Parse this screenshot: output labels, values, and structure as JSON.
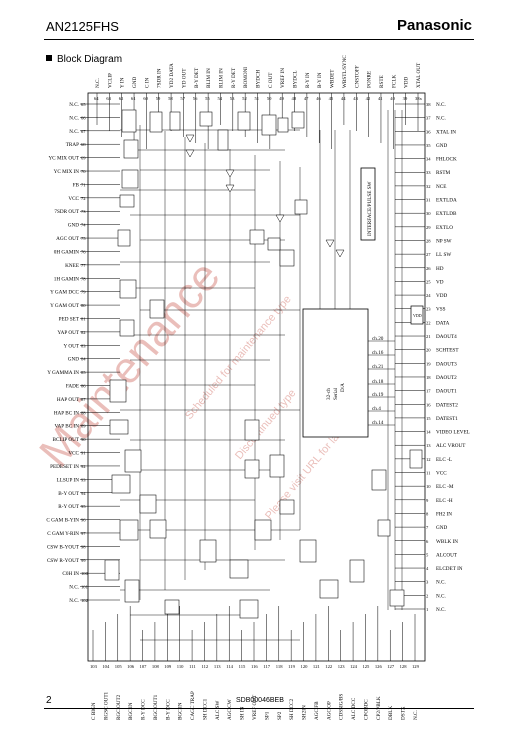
{
  "header": {
    "part_number": "AN2125FHS",
    "brand": "Panasonic"
  },
  "section_title": "Block Diagram",
  "footer": {
    "page_number": "2",
    "doc_code": "SDB00046BEB"
  },
  "left_pins": [
    {
      "n": "65",
      "label": "N.C."
    },
    {
      "n": "66",
      "label": "N.C."
    },
    {
      "n": "67",
      "label": "N.C."
    },
    {
      "n": "68",
      "label": "TRAP"
    },
    {
      "n": "69",
      "label": "YC MIX OUT"
    },
    {
      "n": "70",
      "label": "YC MIX IN"
    },
    {
      "n": "71",
      "label": "FB"
    },
    {
      "n": "72",
      "label": "VCC"
    },
    {
      "n": "73",
      "label": "7SDR OUT"
    },
    {
      "n": "74",
      "label": "GND"
    },
    {
      "n": "75",
      "label": "AGC OUT"
    },
    {
      "n": "76",
      "label": "0H GAMIN"
    },
    {
      "n": "77",
      "label": "KNEE"
    },
    {
      "n": "78",
      "label": "1H GAMIN"
    },
    {
      "n": "79",
      "label": "Y GAM DCC"
    },
    {
      "n": "80",
      "label": "Y GAM OUT"
    },
    {
      "n": "81",
      "label": "PED SET"
    },
    {
      "n": "82",
      "label": "YAP OUT"
    },
    {
      "n": "83",
      "label": "Y OUT"
    },
    {
      "n": "84",
      "label": "GND"
    },
    {
      "n": "85",
      "label": "Y GAMMA IN"
    },
    {
      "n": "86",
      "label": "FADE"
    },
    {
      "n": "87",
      "label": "HAP OUT"
    },
    {
      "n": "88",
      "label": "HAP BC IN"
    },
    {
      "n": "89",
      "label": "VAP BC IN"
    },
    {
      "n": "90",
      "label": "BCLIP OUT"
    },
    {
      "n": "91",
      "label": "VCC"
    },
    {
      "n": "92",
      "label": "PEDESET IN"
    },
    {
      "n": "93",
      "label": "LLSUP IN"
    },
    {
      "n": "94",
      "label": "B-Y OUT"
    },
    {
      "n": "95",
      "label": "R-Y OUT"
    },
    {
      "n": "96",
      "label": "C GAM B-YIN"
    },
    {
      "n": "97",
      "label": "C GAM Y-RIN"
    },
    {
      "n": "98",
      "label": "CSW B-YOUT"
    },
    {
      "n": "99",
      "label": "CSW R-YOUT"
    },
    {
      "n": "100",
      "label": "C0H IN"
    },
    {
      "n": "101",
      "label": "N.C."
    },
    {
      "n": "102",
      "label": "N.C."
    }
  ],
  "right_pins": [
    {
      "n": "38",
      "label": "N.C."
    },
    {
      "n": "37",
      "label": "N.C."
    },
    {
      "n": "36",
      "label": "XTAL IN"
    },
    {
      "n": "35",
      "label": "GND"
    },
    {
      "n": "34",
      "label": "FHLOCK"
    },
    {
      "n": "33",
      "label": "RSTM"
    },
    {
      "n": "32",
      "label": "NCE"
    },
    {
      "n": "31",
      "label": "EXTLDA"
    },
    {
      "n": "30",
      "label": "EXTLDB"
    },
    {
      "n": "29",
      "label": "EXTLO"
    },
    {
      "n": "28",
      "label": "NP SW"
    },
    {
      "n": "27",
      "label": "LL SW"
    },
    {
      "n": "26",
      "label": "HD"
    },
    {
      "n": "25",
      "label": "VD"
    },
    {
      "n": "24",
      "label": "VDD"
    },
    {
      "n": "23",
      "label": "VSS"
    },
    {
      "n": "22",
      "label": "DATA"
    },
    {
      "n": "21",
      "label": "DAOUT4"
    },
    {
      "n": "20",
      "label": "SCHTEST"
    },
    {
      "n": "19",
      "label": "DAOUT3"
    },
    {
      "n": "18",
      "label": "DAOUT2"
    },
    {
      "n": "17",
      "label": "DAOUT1"
    },
    {
      "n": "16",
      "label": "DATEST2"
    },
    {
      "n": "15",
      "label": "DATEST1"
    },
    {
      "n": "14",
      "label": "VIDEO LEVEL"
    },
    {
      "n": "13",
      "label": "ALC VROUT"
    },
    {
      "n": "12",
      "label": "ELC -L"
    },
    {
      "n": "11",
      "label": "VCC"
    },
    {
      "n": "10",
      "label": "ELC -M"
    },
    {
      "n": "9",
      "label": "ELC -H"
    },
    {
      "n": "8",
      "label": "FH2 IN"
    },
    {
      "n": "7",
      "label": "GND"
    },
    {
      "n": "6",
      "label": "WBLK IN"
    },
    {
      "n": "5",
      "label": "ALCOUT"
    },
    {
      "n": "4",
      "label": "ELCDET IN"
    },
    {
      "n": "3",
      "label": "N.C."
    },
    {
      "n": "2",
      "label": "N.C."
    },
    {
      "n": "1",
      "label": "N.C."
    }
  ],
  "top_pins": [
    {
      "n": "64",
      "label": "N.C."
    },
    {
      "n": "63",
      "label": "VCLIP"
    },
    {
      "n": "62",
      "label": "Y IN"
    },
    {
      "n": "61",
      "label": "GND"
    },
    {
      "n": "60",
      "label": "C IN"
    },
    {
      "n": "59",
      "label": "7SDR IN"
    },
    {
      "n": "58",
      "label": "YD2 DATA"
    },
    {
      "n": "57",
      "label": "YD OUT"
    },
    {
      "n": "56",
      "label": "B-Y DET"
    },
    {
      "n": "55",
      "label": "BLIM IN"
    },
    {
      "n": "54",
      "label": "RLIM IN"
    },
    {
      "n": "53",
      "label": "R-Y DET"
    },
    {
      "n": "52",
      "label": "BOMONI"
    },
    {
      "n": "51",
      "label": "BYDCH"
    },
    {
      "n": "50",
      "label": "C OUT"
    },
    {
      "n": "49",
      "label": "VREF IN"
    },
    {
      "n": "48",
      "label": "BYDCL"
    },
    {
      "n": "47",
      "label": "R-Y IN"
    },
    {
      "n": "46",
      "label": "B-Y IN"
    },
    {
      "n": "45",
      "label": "WBDET"
    },
    {
      "n": "44",
      "label": "WBSTL/SYNC"
    },
    {
      "n": "43",
      "label": "CNSTOFF"
    },
    {
      "n": "42",
      "label": "PONRE"
    },
    {
      "n": "41",
      "label": "RSTE"
    },
    {
      "n": "40",
      "label": "FCLK"
    },
    {
      "n": "39",
      "label": "VDD"
    },
    {
      "n": "38x",
      "label": "XTAL OUT"
    }
  ],
  "bottom_pins": [
    {
      "n": "103",
      "label": "C BIGN"
    },
    {
      "n": "104",
      "label": "RGSC OUT1"
    },
    {
      "n": "105",
      "label": "RGC OUT2"
    },
    {
      "n": "106",
      "label": "BGC IN"
    },
    {
      "n": "107",
      "label": "R-Y DCC"
    },
    {
      "n": "108",
      "label": "BGC OUT1"
    },
    {
      "n": "109",
      "label": "B-Y DCC"
    },
    {
      "n": "110",
      "label": "BGC IN"
    },
    {
      "n": "111",
      "label": "CAGC TRAP"
    },
    {
      "n": "112",
      "label": "SH DCC1"
    },
    {
      "n": "113",
      "label": "ALC SW"
    },
    {
      "n": "114",
      "label": "AGC CW"
    },
    {
      "n": "115",
      "label": "SH IN"
    },
    {
      "n": "116",
      "label": "VREF OUT"
    },
    {
      "n": "117",
      "label": "SP1"
    },
    {
      "n": "118",
      "label": "SP2"
    },
    {
      "n": "119",
      "label": "SH DCC2"
    },
    {
      "n": "120",
      "label": "SH2IN"
    },
    {
      "n": "121",
      "label": "AGC FB"
    },
    {
      "n": "122",
      "label": "AGC OP"
    },
    {
      "n": "123",
      "label": "CDSSIG/BS"
    },
    {
      "n": "124",
      "label": "ALC DCC"
    },
    {
      "n": "125",
      "label": "CPOBDC"
    },
    {
      "n": "126",
      "label": "CP2/PBLK"
    },
    {
      "n": "127",
      "label": "DBLK"
    },
    {
      "n": "128",
      "label": "DSTX"
    },
    {
      "n": "129",
      "label": "N.C."
    }
  ],
  "blocks": {
    "dac_lines": [
      "32-ch",
      "Serial",
      "D/A"
    ],
    "interface": "INTERFACE/PULSE SW",
    "vreg": "VDD",
    "channels": [
      "ch.20",
      "ch.16",
      "ch.21",
      "ch.18",
      "ch.19",
      "ch.4",
      "ch.14"
    ]
  }
}
